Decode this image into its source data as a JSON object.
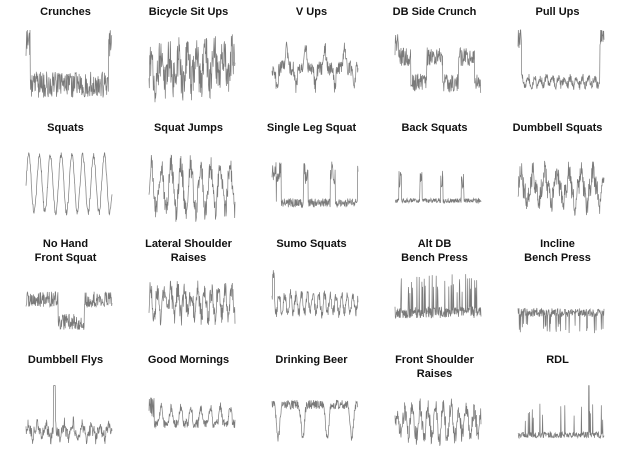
{
  "chart_data": {
    "type": "line",
    "trace_color": "#7a7a7a",
    "background": "#ffffff",
    "charts": [
      {
        "title": [
          "Crunches"
        ],
        "pattern": "crunches"
      },
      {
        "title": [
          "Bicycle Sit Ups"
        ],
        "pattern": "bicycle"
      },
      {
        "title": [
          "V Ups"
        ],
        "pattern": "vups"
      },
      {
        "title": [
          "DB Side Crunch"
        ],
        "pattern": "sidecrunch"
      },
      {
        "title": [
          "Pull Ups"
        ],
        "pattern": "pullups"
      },
      {
        "title": [
          "Squats"
        ],
        "pattern": "squats"
      },
      {
        "title": [
          "Squat Jumps"
        ],
        "pattern": "squatjumps"
      },
      {
        "title": [
          "Single Leg Squat"
        ],
        "pattern": "singleleg"
      },
      {
        "title": [
          "Back Squats"
        ],
        "pattern": "backsquats"
      },
      {
        "title": [
          "Dumbbell Squats"
        ],
        "pattern": "dbsquats"
      },
      {
        "title": [
          "No Hand",
          "Front Squat"
        ],
        "pattern": "frontsquat"
      },
      {
        "title": [
          "Lateral Shoulder",
          "Raises"
        ],
        "pattern": "lateral"
      },
      {
        "title": [
          "Sumo Squats"
        ],
        "pattern": "sumo"
      },
      {
        "title": [
          "Alt DB",
          "Bench Press"
        ],
        "pattern": "benchpress"
      },
      {
        "title": [
          "Incline",
          "Bench Press"
        ],
        "pattern": "incline"
      },
      {
        "title": [
          "Dumbbell Flys"
        ],
        "pattern": "flys"
      },
      {
        "title": [
          "Good Mornings"
        ],
        "pattern": "goodmornings"
      },
      {
        "title": [
          "Drinking Beer"
        ],
        "pattern": "beer"
      },
      {
        "title": [
          "Front Shoulder",
          "Raises"
        ],
        "pattern": "frontraise"
      },
      {
        "title": [
          "RDL"
        ],
        "pattern": "rdl"
      }
    ]
  }
}
